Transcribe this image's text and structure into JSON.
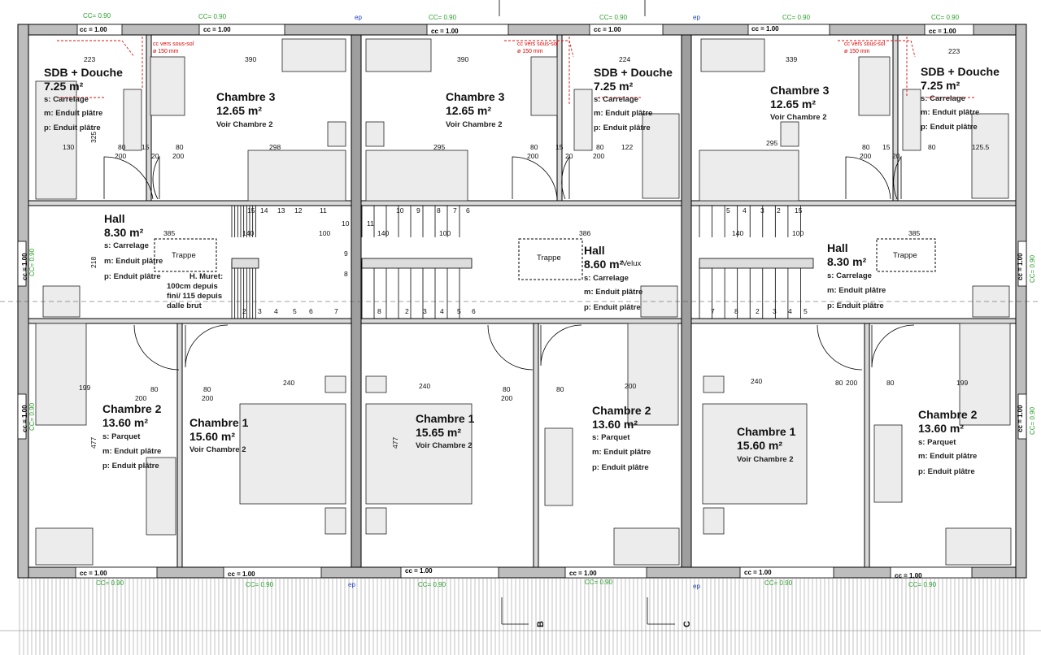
{
  "rooms": [
    {
      "name": "SDB + Douche",
      "area": "7.25 m²",
      "notes": [
        "s: Carrelage",
        "m: Enduit plâtre",
        "p: Enduit plâtre"
      ]
    },
    {
      "name": "Chambre 3",
      "area": "12.65 m²",
      "notes": [
        "Voir Chambre 2"
      ]
    },
    {
      "name": "Chambre 3",
      "area": "12.65 m²",
      "notes": [
        "Voir Chambre 2"
      ]
    },
    {
      "name": "SDB + Douche",
      "area": "7.25 m²",
      "notes": [
        "s: Carrelage",
        "m: Enduit plâtre",
        "p: Enduit plâtre"
      ]
    },
    {
      "name": "Chambre 3",
      "area": "12.65 m²",
      "notes": [
        "Voir Chambre 2"
      ]
    },
    {
      "name": "SDB + Douche",
      "area": "7.25 m²",
      "notes": [
        "s: Carrelage",
        "m: Enduit plâtre",
        "p: Enduit plâtre"
      ]
    },
    {
      "name": "Hall",
      "area": "8.30 m²",
      "notes": [
        "s: Carrelage",
        "m: Enduit plâtre",
        "p: Enduit plâtre"
      ]
    },
    {
      "name": "Hall",
      "area": "8.60 m²",
      "notes": [
        "s: Carrelage",
        "m: Enduit plâtre",
        "p: Enduit plâtre"
      ]
    },
    {
      "name": "Hall",
      "area": "8.30 m²",
      "notes": [
        "s: Carrelage",
        "m: Enduit plâtre",
        "p: Enduit plâtre"
      ]
    },
    {
      "name": "Chambre 2",
      "area": "13.60 m²",
      "notes": [
        "s: Parquet",
        "m: Enduit plâtre",
        "p: Enduit plâtre"
      ]
    },
    {
      "name": "Chambre 1",
      "area": "15.60 m²",
      "notes": [
        "Voir Chambre 2"
      ]
    },
    {
      "name": "Chambre 1",
      "area": "15.65 m²",
      "notes": [
        "Voir Chambre 2"
      ]
    },
    {
      "name": "Chambre 2",
      "area": "13.60 m²",
      "notes": [
        "s: Parquet",
        "m: Enduit plâtre",
        "p: Enduit plâtre"
      ]
    },
    {
      "name": "Chambre 1",
      "area": "15.60 m²",
      "notes": [
        "Voir Chambre 2"
      ]
    },
    {
      "name": "Chambre 2",
      "area": "13.60 m²",
      "notes": [
        "s: Parquet",
        "m: Enduit plâtre",
        "p: Enduit plâtre"
      ]
    }
  ],
  "trappe_label": "Trappe",
  "velux_label": "Velux",
  "muret_note": [
    "H. Muret:",
    "100cm depuis",
    "fini/ 115 depuis",
    "dalle brut"
  ],
  "cc_window": "cc = 1.00",
  "cc_green": "CC= 0.90",
  "red_note": [
    "cc vers sous-sol",
    "ø 150 mm"
  ],
  "ep_label": "ep",
  "section_marks": [
    "B",
    "C"
  ],
  "dims_top": [
    "223",
    "390",
    "390",
    "224",
    "339",
    "223"
  ],
  "dims_row2": [
    "130",
    "325",
    "80",
    "200",
    "80",
    "200",
    "298",
    "295",
    "80",
    "200",
    "80",
    "200",
    "122",
    "295",
    "80",
    "200",
    "80",
    "125.5",
    "15",
    "20",
    "15",
    "20",
    "15",
    "20"
  ],
  "dims_hall": [
    "385",
    "386",
    "385",
    "218",
    "140",
    "100",
    "140",
    "100",
    "140",
    "100",
    "10",
    "11",
    "9",
    "8"
  ],
  "dims_lower": [
    "199",
    "80",
    "200",
    "80",
    "200",
    "240",
    "240",
    "80",
    "200",
    "80",
    "200",
    "240",
    "80",
    "200",
    "80",
    "199",
    "477",
    "477"
  ],
  "stair_numbers": [
    "15",
    "14",
    "13",
    "12",
    "11",
    "10",
    "9",
    "8",
    "7",
    "6",
    "5",
    "4",
    "3",
    "2"
  ]
}
